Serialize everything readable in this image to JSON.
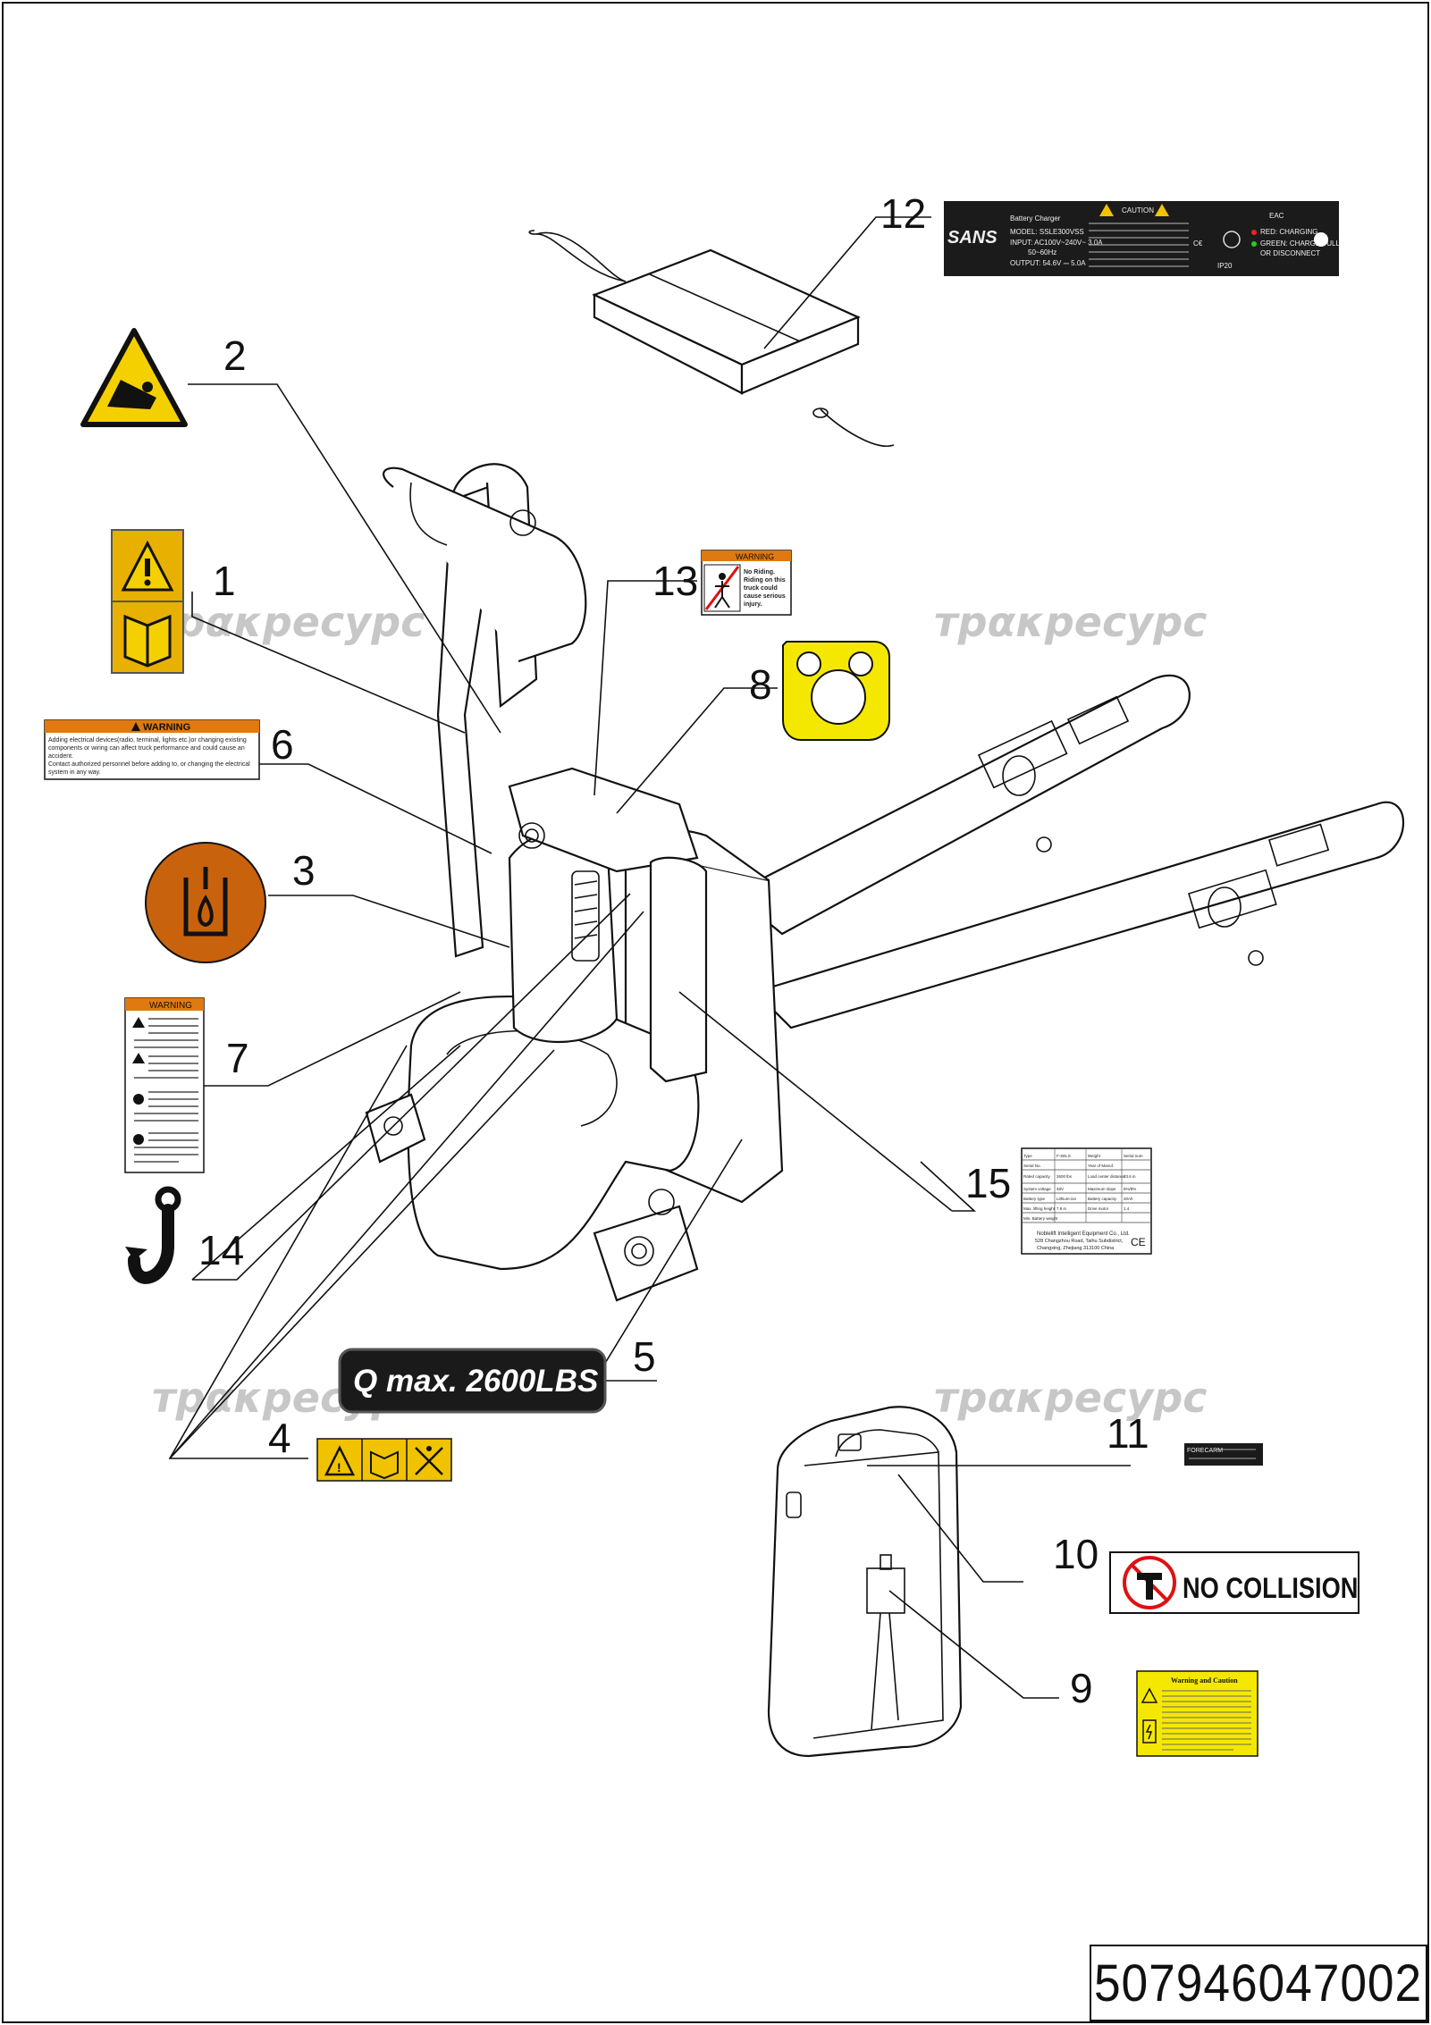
{
  "document_number": "507946047002",
  "watermark": "трακресурс",
  "callouts": [
    "1",
    "2",
    "3",
    "4",
    "5",
    "6",
    "7",
    "8",
    "9",
    "10",
    "11",
    "12",
    "13",
    "14",
    "15"
  ],
  "labels": {
    "warning_6_header": "WARNING",
    "warning_6_text_1": "Adding electrical devices(radio, terminal, lights etc.)or changing existing",
    "warning_6_text_2": "components or wiring can affect truck performance and could cause an",
    "warning_6_text_3": "accident.",
    "warning_6_text_4": "Contact authorized personnel before adding to, or changing the electrical",
    "warning_6_text_5": "system in any way.",
    "warning_7_header": "WARNING",
    "warning_13_header": "WARNING",
    "warning_13_text_1": "No Riding.",
    "warning_13_text_2": "Riding on this",
    "warning_13_text_3": "truck could",
    "warning_13_text_4": "cause serious",
    "warning_13_text_5": "injury.",
    "capacity_label": "Q max. 2600LBS",
    "no_collision": "NO COLLISION",
    "caution_9_title": "Warning and Caution",
    "charger_title": "Battery Charger",
    "charger_caution": "CAUTION",
    "charger_brand": "SANS",
    "charger_model": "MODEL: SSLE300VSS",
    "charger_input": "INPUT: AC100V~240V~ 3.0A",
    "charger_freq": "50~60Hz",
    "charger_output": "OUTPUT: 54.6V ⎓ 5.0A",
    "charger_ip": "IP20",
    "charger_led_red": "RED: CHARGING",
    "charger_led_green": "GREEN: CHARGE FULL",
    "charger_led_note": "OR DISCONNECT",
    "battery_brand": "FORECARM",
    "nameplate_company": "Noblelift Intelligent Equipment Co., Ltd.",
    "nameplate_address_1": "528 Changzhou Road, Taihu Subdistrict,",
    "nameplate_address_2": "Changxing, Zhejiang 313100 China",
    "ce_mark": "CE"
  },
  "nameplate_rows": [
    [
      "Type",
      "F-SELS",
      "Weight",
      "Serial num"
    ],
    [
      "Serial No.",
      "",
      "Year of Manuf.",
      ""
    ],
    [
      "Rated capacity",
      "2600 lbs",
      "Load center distance",
      "23.6 in"
    ],
    [
      "System voltage",
      "48V",
      "Maximum slope",
      "5%/8%"
    ],
    [
      "Battery type",
      "Lithium-ion",
      "Battery capacity",
      "20Ah"
    ],
    [
      "Max. lifting height",
      "7.8 in",
      "Drive motor",
      "1.4"
    ],
    [
      "Min. Battery weight",
      "",
      "",
      ""
    ]
  ]
}
